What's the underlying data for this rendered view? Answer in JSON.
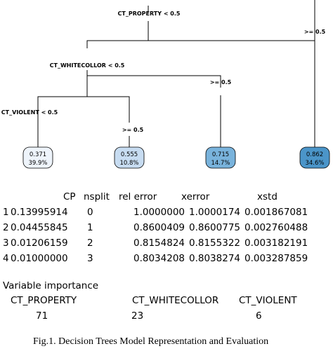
{
  "tree": {
    "splits": {
      "root_left": "CT_PROPERTY < 0.5",
      "root_right": ">= 0.5",
      "n1_left": "CT_WHITECOLLOR < 0.5",
      "n1_right": ">= 0.5",
      "n2_left": "CT_VIOLENT < 0.5",
      "n2_right": ">= 0.5"
    },
    "leaves": [
      {
        "value": "0.371",
        "pct": "39.9%",
        "fill": "#eef4fb"
      },
      {
        "value": "0.555",
        "pct": "10.8%",
        "fill": "#c7dcf1"
      },
      {
        "value": "0.715",
        "pct": "14.7%",
        "fill": "#79b3dc"
      },
      {
        "value": "0.862",
        "pct": "34.6%",
        "fill": "#4b95c9"
      }
    ]
  },
  "cp_table": {
    "headers": {
      "cp": "CP",
      "nsplit": "nsplit",
      "rel_error": "rel error",
      "xerror": "xerror",
      "xstd": "xstd"
    },
    "rows": [
      {
        "idx": "1",
        "cp": "0.13995914",
        "nsplit": "0",
        "rel_error": "1.0000000",
        "xerror": "1.0000174",
        "xstd": "0.001867081"
      },
      {
        "idx": "2",
        "cp": "0.04455845",
        "nsplit": "1",
        "rel_error": "0.8600409",
        "xerror": "0.8600775",
        "xstd": "0.002760488"
      },
      {
        "idx": "3",
        "cp": "0.01206159",
        "nsplit": "2",
        "rel_error": "0.8154824",
        "xerror": "0.8155322",
        "xstd": "0.003182191"
      },
      {
        "idx": "4",
        "cp": "0.01000000",
        "nsplit": "3",
        "rel_error": "0.8034208",
        "xerror": "0.8038274",
        "xstd": "0.003287859"
      }
    ]
  },
  "variable_importance": {
    "title": "Variable importance",
    "names": [
      "CT_PROPERTY",
      "CT_WHITECOLLOR",
      "CT_VIOLENT"
    ],
    "values": [
      "71",
      "23",
      "6"
    ]
  },
  "caption": "Fig.1. Decision Trees Model Representation and Evaluation"
}
